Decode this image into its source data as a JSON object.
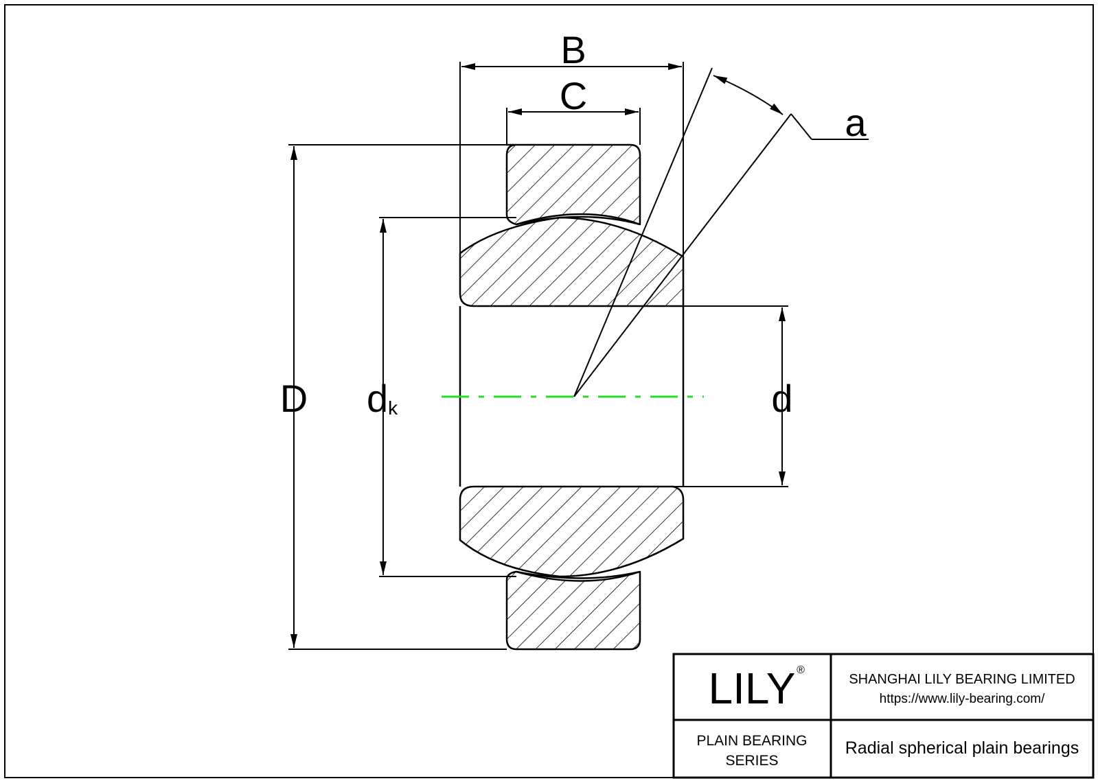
{
  "dimensions": {
    "B": "B",
    "C": "C",
    "a": "a",
    "D": "D",
    "dk_main": "d",
    "dk_sub": "k",
    "d": "d"
  },
  "title_block": {
    "logo_text": "LILY",
    "registered_mark": "®",
    "company_name": "SHANGHAI LILY BEARING LIMITED",
    "website": "https://www.lily-bearing.com/",
    "series_line1": "PLAIN BEARING",
    "series_line2": "SERIES",
    "product_name": "Radial spherical plain bearings"
  },
  "colors": {
    "line": "#000000",
    "centerline": "#22dd22",
    "background": "#ffffff"
  }
}
